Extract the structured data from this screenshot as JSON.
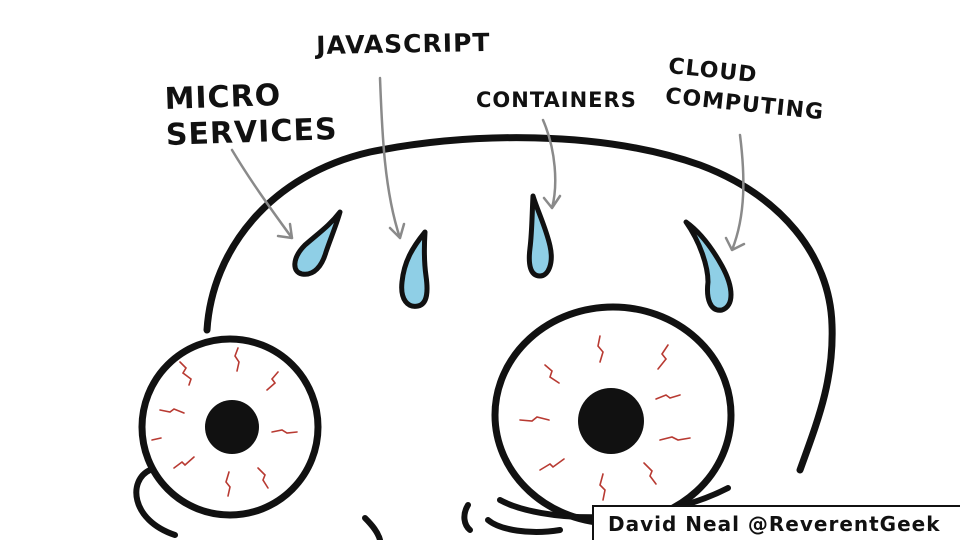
{
  "labels": {
    "micro_line1": "Micro",
    "micro_line2": "Services",
    "javascript": "Javascript",
    "containers": "Containers",
    "cloud_line1": "Cloud",
    "cloud_line2": "Computing"
  },
  "credit": "David Neal @ReverentGeek",
  "colors": {
    "ink": "#111111",
    "sweat": "#8fcfe6",
    "arrow": "#8a8a8a",
    "veins": "#b83a32"
  }
}
